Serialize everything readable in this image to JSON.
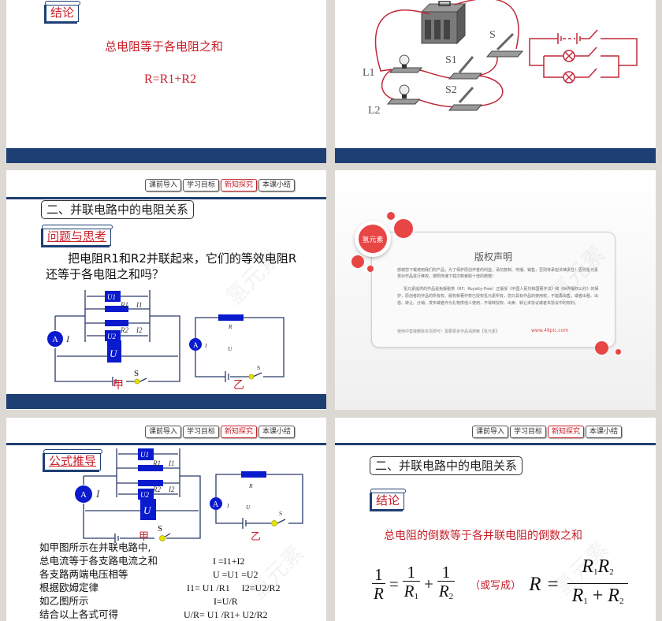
{
  "nav": {
    "items": [
      {
        "label": "课前导入",
        "active": false
      },
      {
        "label": "学习目标",
        "active": false
      },
      {
        "label": "新知探究",
        "active": true
      },
      {
        "label": "本课小结",
        "active": false
      }
    ]
  },
  "colors": {
    "accent_red": "#c8202a",
    "navy": "#1e3f74",
    "circuit_blue": "#0a1acd",
    "background": "#dcd8d4"
  },
  "slide1": {
    "tag": "结论",
    "statement": "总电阻等于各电阻之和",
    "formula": "R=R1+R2"
  },
  "slide2": {
    "labels": {
      "switch_main": "S",
      "switch1": "S1",
      "switch2": "S2",
      "lamp1": "L1",
      "lamp2": "L2"
    }
  },
  "slide3": {
    "section_title": "二、并联电路中的电阻关系",
    "tag": "问题与思考",
    "question_line1": "把电阻R1和R2并联起来，它们的等效电阻R",
    "question_line2": "还等于各电阻之和吗？",
    "circuit_a": {
      "U1": "U1",
      "R1": "R1",
      "I1": "I1",
      "R2": "R2",
      "I2": "I2",
      "U2": "U2",
      "U": "U",
      "I": "I",
      "S": "S",
      "ammeter": "A",
      "caption": "甲"
    },
    "circuit_b": {
      "R": "R",
      "I": "I",
      "U": "U",
      "S": "S",
      "ammeter": "A",
      "caption": "乙"
    }
  },
  "slide4": {
    "badge": "氢元素",
    "title": "版权声明",
    "para1": "感谢您下载使用我们的产品，为了保护原创作者的利益，请勿复制、传播、销售，否则将承担法律责任！否则氢元素将对作品进行维权，按照传播下载次数索取十倍的赔偿！",
    "para2": "氢元素提供的作品是免版税类（RF：Royalty-Free）正版受《中国人民共和国著作法》和《世界版权公约》的保护，原创者的作品的所有权、版权和著作权已授权氢元素所有，您只具有作品的使用权，不能再出售，或者出租、出借、转让、分销、发布或者作为礼物供他人使用，不得转授权、出卖、转让本协议或者本协议中的权利。",
    "footer_text": "使用中直接删除本页即可！需要更多作品请搜索【氢元素】",
    "footer_link": "www.49pic.com"
  },
  "slide5": {
    "tag": "公式推导",
    "rows": [
      {
        "text": "如甲图所示在并联电路中,",
        "eq": ""
      },
      {
        "text": "总电流等于各支路电流之和",
        "eq": "I =I1+I2"
      },
      {
        "text": "各支路两端电压相等",
        "eq": "U =U1 =U2"
      },
      {
        "text": "根据欧姆定律",
        "eq": "I1= U1 /R1     I2=U2/R2"
      },
      {
        "text": "如乙图所示",
        "eq": "I=U/R"
      },
      {
        "text": "结合以上各式可得",
        "eq": "U/R= U1 /R1+ U2/R2"
      }
    ]
  },
  "slide6": {
    "section_title": "二、并联电路中的电阻关系",
    "tag": "结论",
    "statement": "总电阻的倒数等于各并联电阻的倒数之和",
    "or_written": "（或写成）",
    "formula": {
      "one": "1",
      "R": "R",
      "R1": "R",
      "sub1": "1",
      "R2": "R",
      "sub2": "2",
      "eq": "=",
      "plus": "+"
    }
  },
  "watermark": "氢元素"
}
